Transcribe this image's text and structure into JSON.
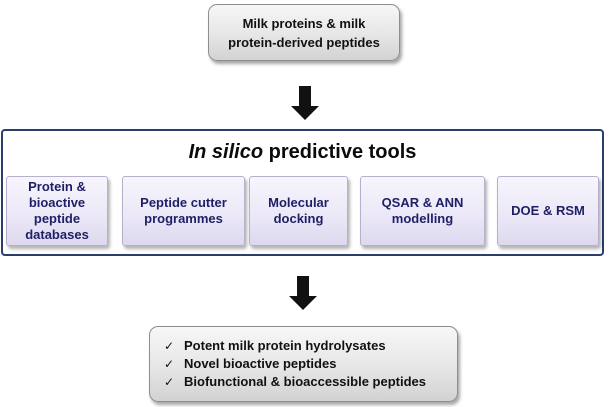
{
  "source": {
    "lines": [
      "Milk proteins & milk",
      "protein-derived peptides"
    ]
  },
  "tools": {
    "title_italic": "In silico",
    "title_rest": " predictive tools",
    "items": [
      {
        "lines": [
          "Protein &",
          "bioactive",
          "peptide",
          "databases"
        ]
      },
      {
        "lines": [
          "Peptide cutter",
          "programmes"
        ]
      },
      {
        "lines": [
          "Molecular",
          "docking"
        ]
      },
      {
        "lines": [
          "QSAR & ANN",
          "modelling"
        ]
      },
      {
        "lines": [
          "DOE & RSM"
        ]
      }
    ]
  },
  "outcomes": {
    "check_symbol": "✓",
    "items": [
      "Potent milk protein hydrolysates",
      "Novel bioactive peptides",
      "Biofunctional & bioaccessible peptides"
    ]
  },
  "colors": {
    "frame_border": "#2a3e6b",
    "tool_text": "#1f1f66",
    "tool_fill": "#ebe7f7",
    "grey_fill": "#e6e6e6",
    "arrow": "#111111"
  }
}
